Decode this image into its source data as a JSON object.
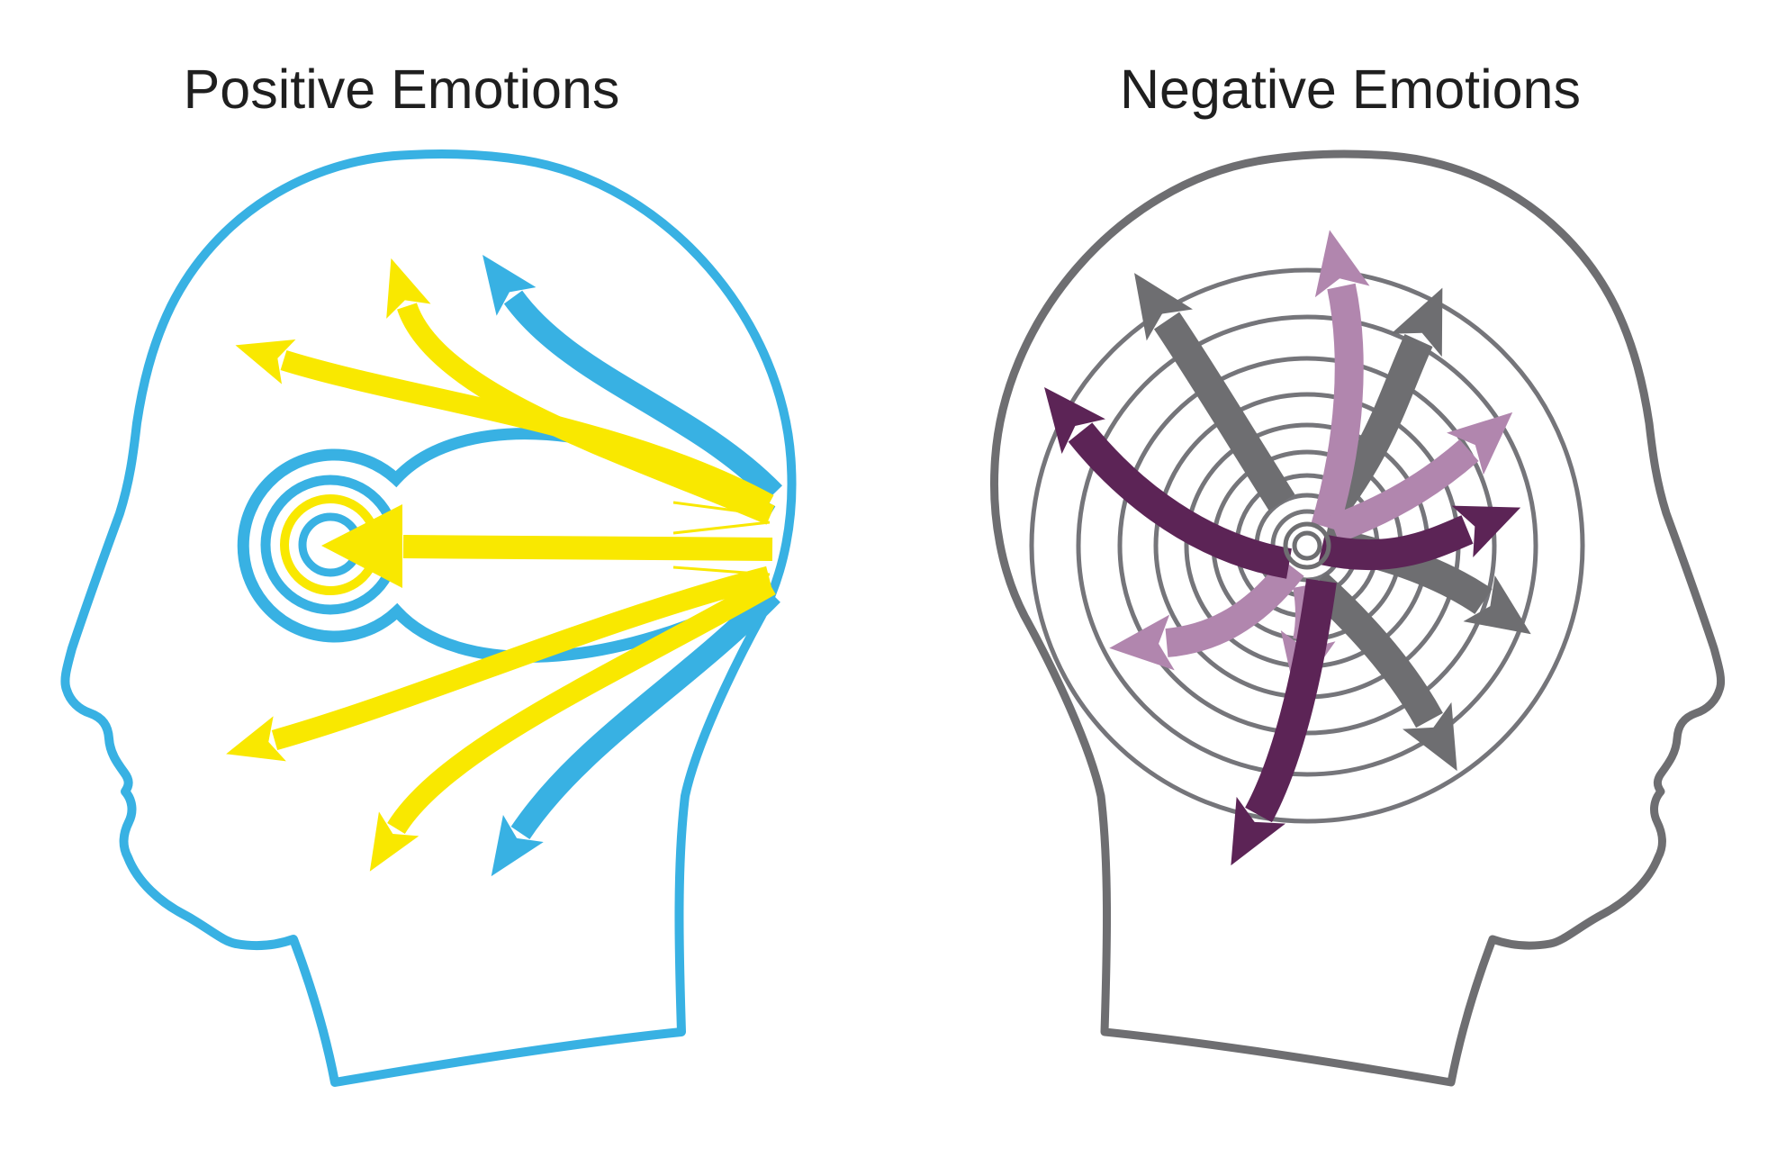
{
  "titles": {
    "positive": "Positive Emotions",
    "negative": "Negative Emotions"
  },
  "palette": {
    "blue": "#38B1E3",
    "yellow": "#F9E800",
    "gray": "#6E6E71",
    "gray_light": "#75757A",
    "dark_purple": "#5C2456",
    "mauve": "#B186AE",
    "text": "#1F1F1F",
    "white": "#FFFFFF"
  },
  "positive_head": {
    "side": "left",
    "outline_color": "blue",
    "eye_rings": [
      {
        "color": "blue",
        "role": "outer-open-loop"
      },
      {
        "color": "blue",
        "role": "ring"
      },
      {
        "color": "yellow",
        "role": "ring"
      },
      {
        "color": "blue",
        "role": "inner-ring"
      }
    ],
    "arrows": [
      {
        "color": "yellow",
        "direction": "upper-left"
      },
      {
        "color": "yellow",
        "direction": "up"
      },
      {
        "color": "blue",
        "direction": "up"
      },
      {
        "color": "yellow",
        "direction": "left-into-center"
      },
      {
        "color": "yellow",
        "direction": "lower-left"
      },
      {
        "color": "yellow",
        "direction": "down"
      },
      {
        "color": "blue",
        "direction": "down"
      }
    ]
  },
  "negative_head": {
    "side": "right",
    "outline_color": "gray",
    "ring_radii": [
      38,
      56,
      78,
      104,
      134,
      168,
      208,
      254,
      306
    ],
    "core_ring_radii": [
      14,
      24
    ],
    "arrows": [
      {
        "color": "gray",
        "direction": "upper-left"
      },
      {
        "color": "gray",
        "direction": "upper-right"
      },
      {
        "color": "gray",
        "direction": "right-down"
      },
      {
        "color": "gray",
        "direction": "lower-right"
      },
      {
        "color": "mauve",
        "direction": "up"
      },
      {
        "color": "mauve",
        "direction": "upper-right"
      },
      {
        "color": "mauve",
        "direction": "lower-left"
      },
      {
        "color": "mauve",
        "direction": "down-short"
      },
      {
        "color": "dark_purple",
        "direction": "upper-left-long"
      },
      {
        "color": "dark_purple",
        "direction": "right"
      },
      {
        "color": "dark_purple",
        "direction": "down-long"
      }
    ]
  }
}
